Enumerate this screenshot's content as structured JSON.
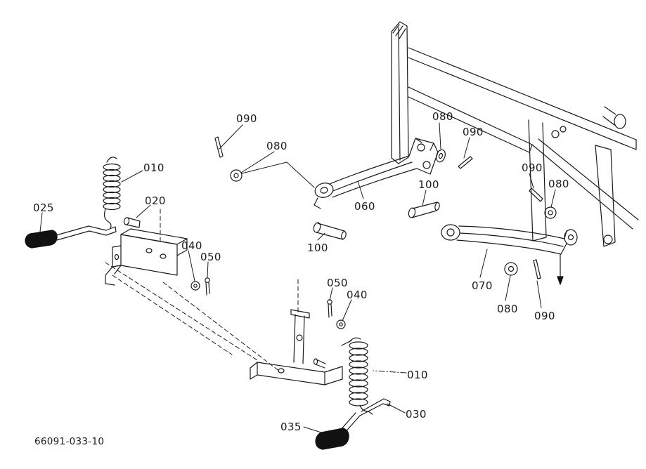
{
  "diagram": {
    "drawing_number": "66091-033-10",
    "colors": {
      "line": "#1a1a1a",
      "background": "#ffffff"
    }
  },
  "callouts": [
    {
      "label": "090"
    },
    {
      "label": "080"
    },
    {
      "label": "010"
    },
    {
      "label": "020"
    },
    {
      "label": "025"
    },
    {
      "label": "040"
    },
    {
      "label": "050"
    },
    {
      "label": "060"
    },
    {
      "label": "080"
    },
    {
      "label": "090"
    },
    {
      "label": "100"
    },
    {
      "label": "100"
    },
    {
      "label": "090"
    },
    {
      "label": "080"
    },
    {
      "label": "070"
    },
    {
      "label": "080"
    },
    {
      "label": "090"
    },
    {
      "label": "050"
    },
    {
      "label": "040"
    },
    {
      "label": "010"
    },
    {
      "label": "030"
    },
    {
      "label": "035"
    }
  ]
}
